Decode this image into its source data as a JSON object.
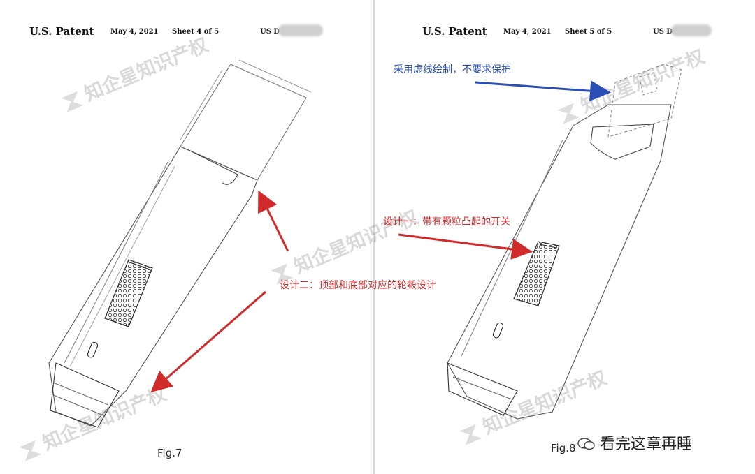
{
  "left_sheet": {
    "patent": "U.S. Patent",
    "date": "May 4, 2021",
    "sheet": "Sheet 4 of 5",
    "doc_prefix": "US D",
    "figure_label": "Fig.7"
  },
  "right_sheet": {
    "patent": "U.S. Patent",
    "date": "May 4, 2021",
    "sheet": "Sheet 5 of 5",
    "doc_prefix": "US D",
    "figure_label": "Fig.8"
  },
  "annotations": {
    "dashed_note": "采用虚线绘制，不要求保护",
    "design_one": "设计一：带有颗粒凸起的开关",
    "design_two": "设计二：顶部和底部对应的轮毂设计"
  },
  "watermark": "知企星知识产权",
  "wechat_caption": "看完这章再睡",
  "colors": {
    "red": "#d12a2a",
    "blue": "#2b4fb4"
  }
}
